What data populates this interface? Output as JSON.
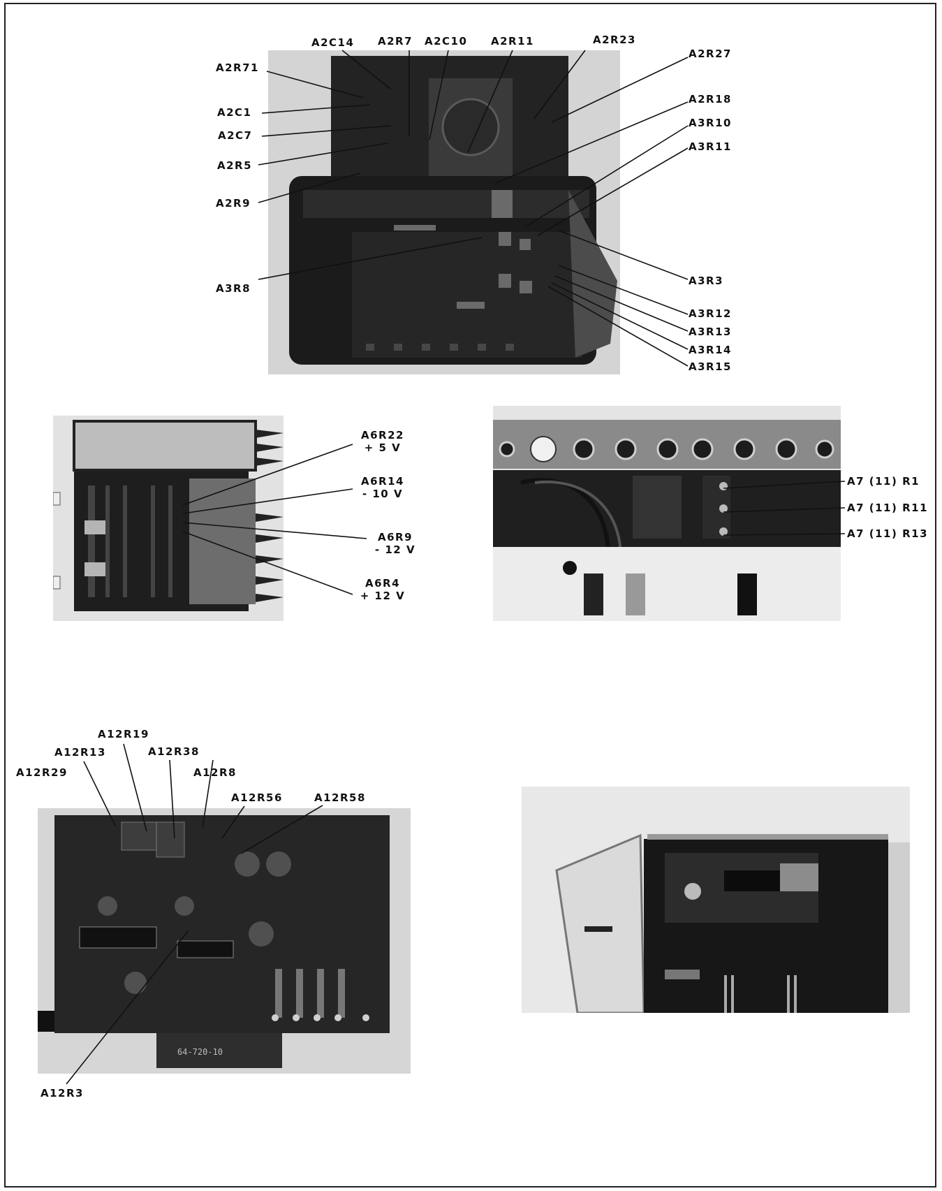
{
  "figure_1": {
    "labels": [
      "A2C14",
      "A2R7",
      "A2C10",
      "A2R11",
      "A2R23",
      "A2R27",
      "A2R71",
      "A2C1",
      "A2C7",
      "A2R5",
      "A2R9",
      "A2R18",
      "A3R10",
      "A3R11",
      "A3R8",
      "A3R3",
      "A3R12",
      "A3R13",
      "A3R14",
      "A3R15"
    ]
  },
  "figure_2": {
    "labels": [
      {
        "ref": "A6R22",
        "value": "+ 5 V"
      },
      {
        "ref": "A6R14",
        "value": "- 10 V"
      },
      {
        "ref": "A6R9",
        "value": "- 12 V"
      },
      {
        "ref": "A6R4",
        "value": "+ 12 V"
      }
    ]
  },
  "figure_3": {
    "labels": [
      "A7 (11) R1",
      "A7 (11) R11",
      "A7 (11) R13"
    ]
  },
  "figure_4": {
    "labels": [
      "A12R19",
      "A12R13",
      "A12R38",
      "A12R29",
      "A12R8",
      "A12R56",
      "A12R58",
      "A12R3"
    ],
    "board_marking": "64-720-10"
  },
  "colors": {
    "photo_dark": "#1c1c1c",
    "photo_gray": "#8a8a8a",
    "photo_light": "#d6d6d6",
    "ink": "#111111"
  }
}
